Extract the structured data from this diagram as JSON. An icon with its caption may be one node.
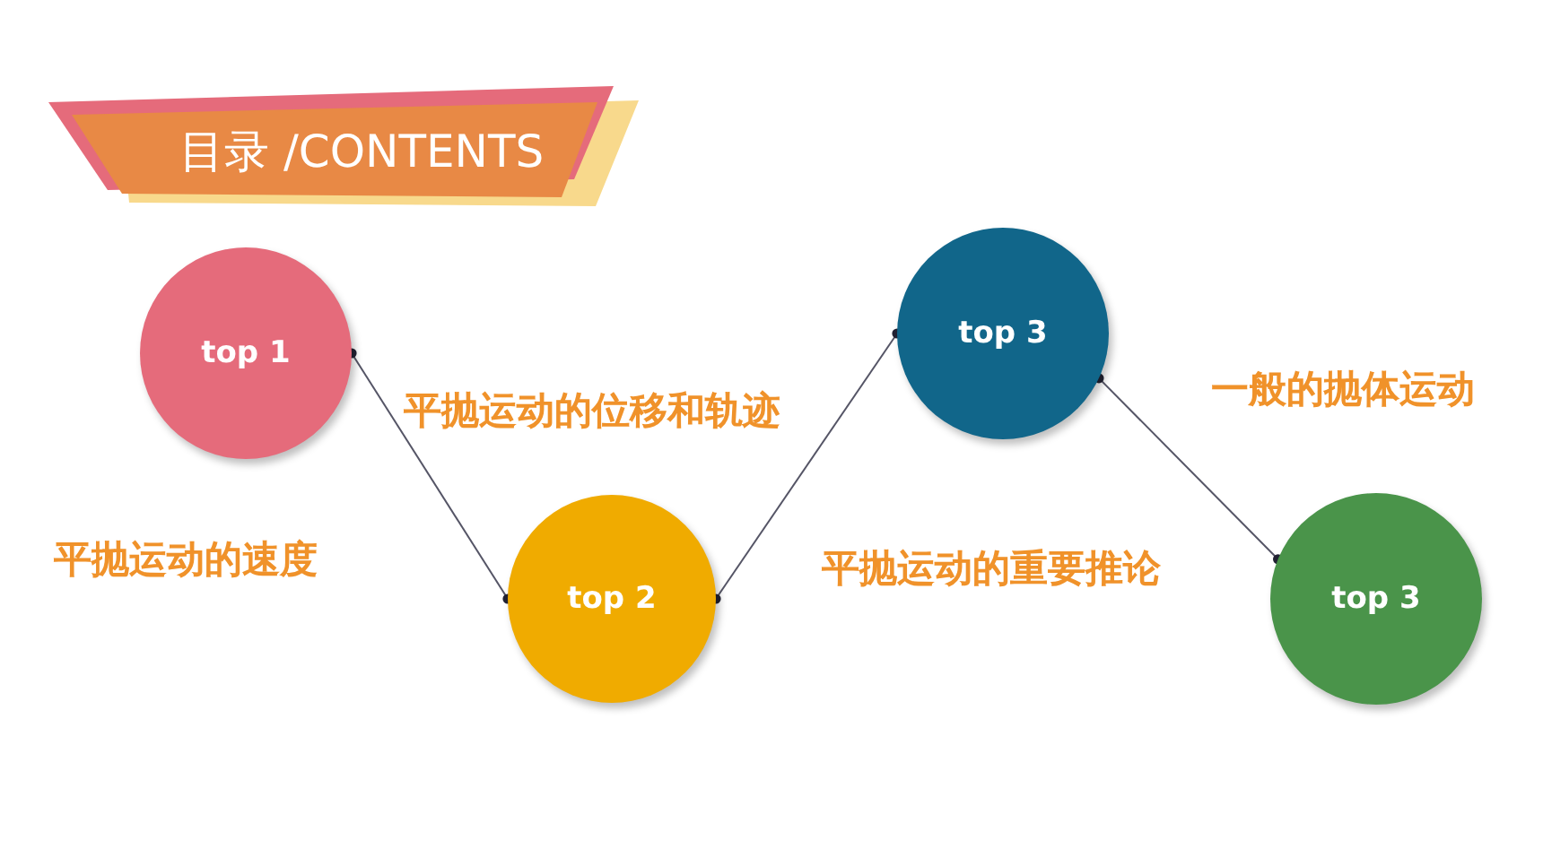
{
  "diagram": {
    "title": "目录 /CONTENTS",
    "nodes": [
      {
        "text": [
          "top 1"
        ]
      },
      {
        "text": [
          "top 2"
        ]
      },
      {
        "text": [
          "top 3"
        ]
      },
      {
        "text": [
          "top 3"
        ]
      }
    ],
    "edges": [
      {
        "from": 0,
        "to": 1,
        "arrow": "other"
      },
      {
        "from": 1,
        "to": 2,
        "arrow": "other"
      },
      {
        "from": 2,
        "to": 3,
        "arrow": "other"
      }
    ],
    "labels": [
      "平抛运动的位移和轨迹",
      "一般的抛体运动",
      "平抛运动的速度",
      "平抛运动的重要推论"
    ]
  }
}
